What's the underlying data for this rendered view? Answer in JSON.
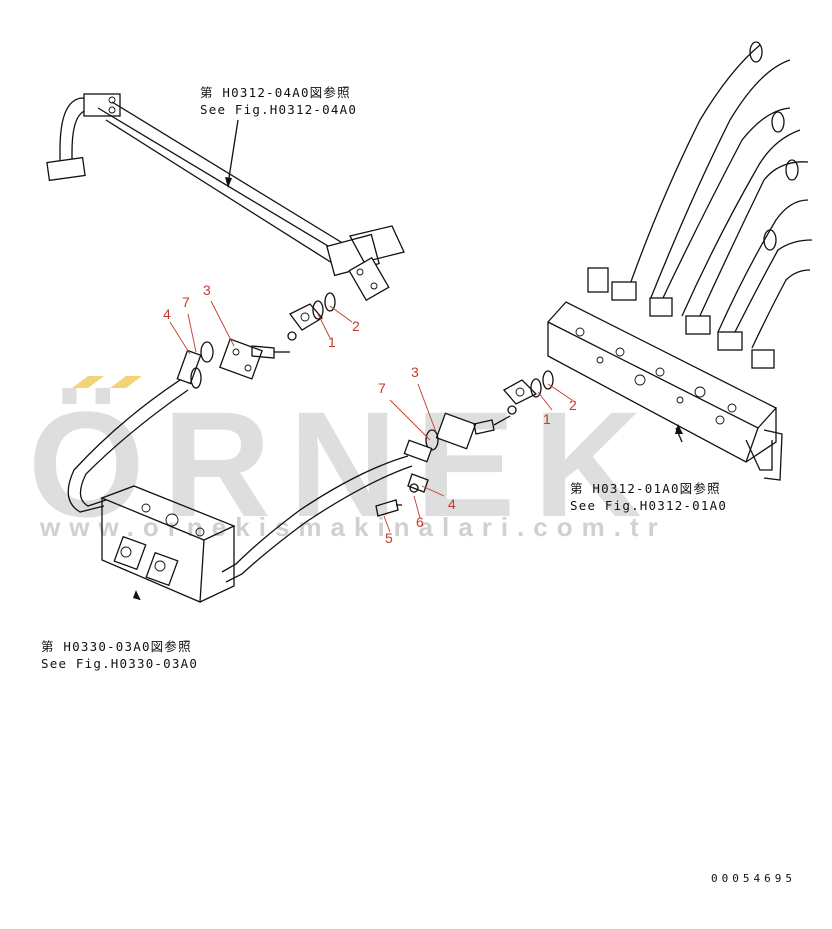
{
  "references": {
    "top_left": {
      "line1": "第 H0312-04A0図参照",
      "line2": "See Fig.H0312-04A0"
    },
    "right": {
      "line1": "第 H0312-01A0図参照",
      "line2": "See Fig.H0312-01A0"
    },
    "bottom_left": {
      "line1": "第 H0330-03A0図参照",
      "line2": "See Fig.H0330-03A0"
    }
  },
  "callouts": {
    "left_group": {
      "n7": "7",
      "n3": "3",
      "n4": "4",
      "n1": "1",
      "n2": "2"
    },
    "right_group": {
      "n3": "3",
      "n7": "7",
      "n2": "2",
      "n1": "1",
      "n4": "4",
      "n6": "6",
      "n5": "5"
    }
  },
  "watermark": {
    "brand": "ÖRNEK",
    "url": "www.ornekismakinalari.com.tr"
  },
  "document_id": "00054695",
  "colors": {
    "callout": "#c23a2e",
    "line": "#111111",
    "watermark": "#d6d6d6",
    "watermark_accent": "#f2d27a"
  }
}
